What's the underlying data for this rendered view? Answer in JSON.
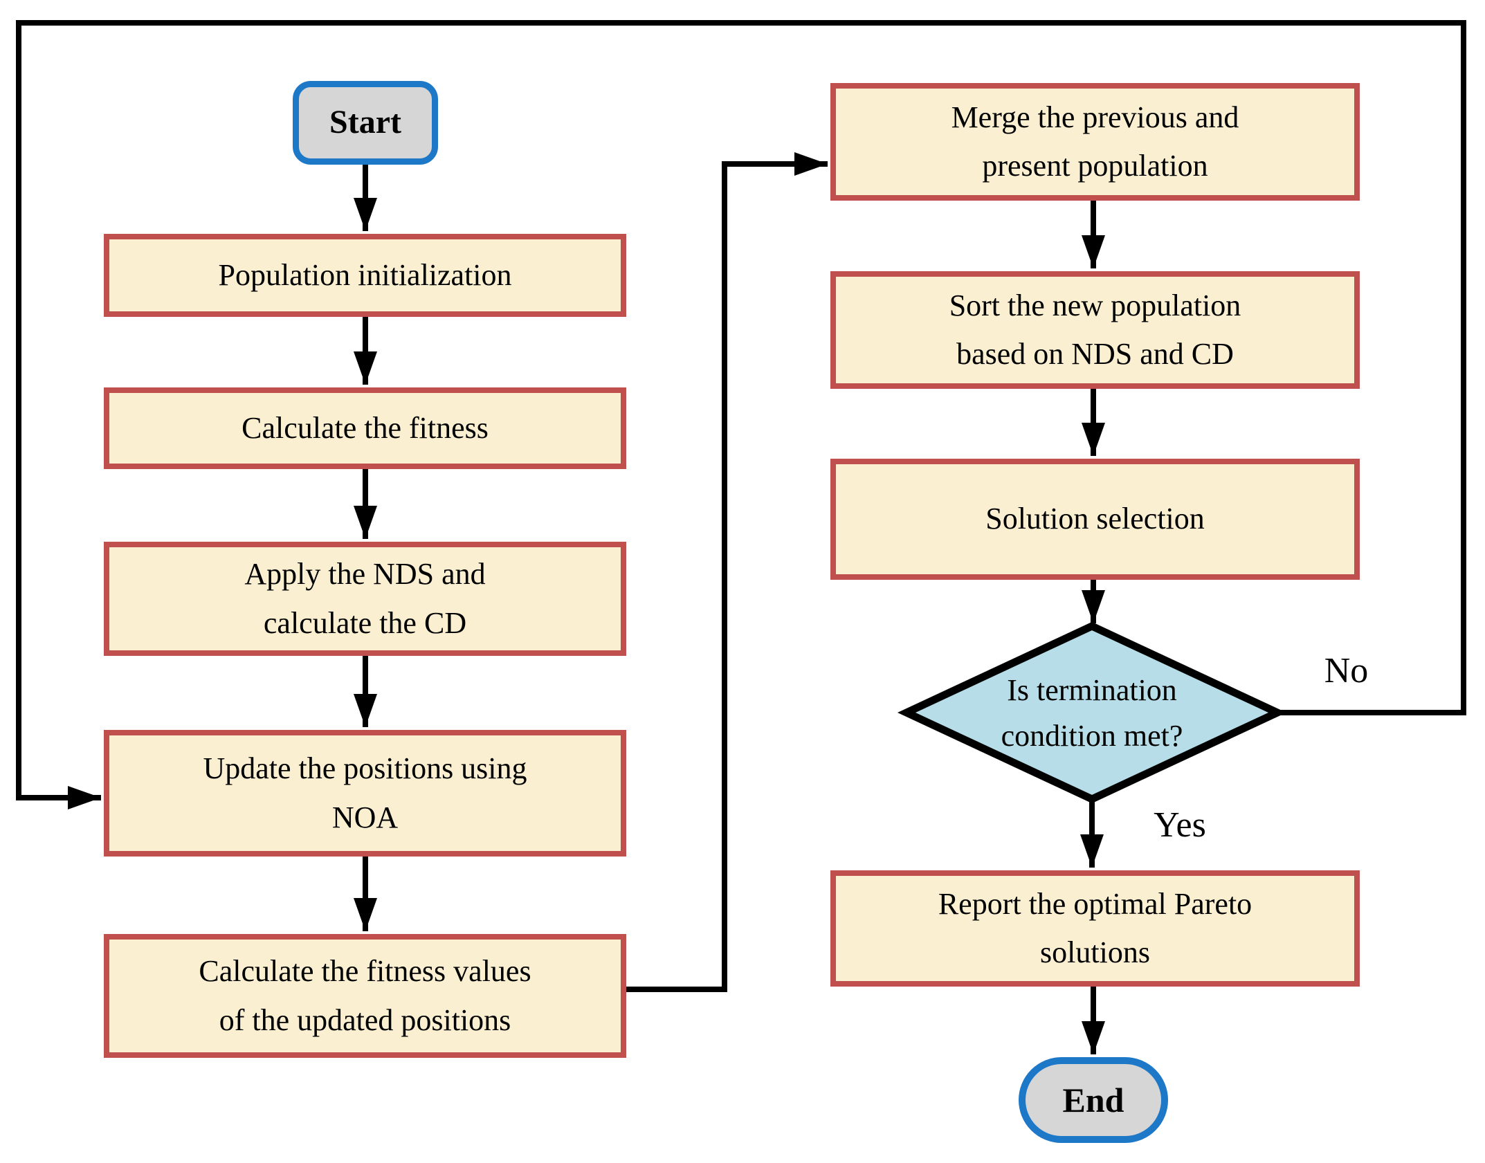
{
  "diagram": {
    "background": "#FFFFFF",
    "colors": {
      "process_fill": "#FAEFD1",
      "process_border": "#C0504D",
      "terminator_fill": "#D6D6D6",
      "terminator_border": "#1E78C8",
      "decision_fill": "#B7DEE8",
      "line_color": "#000000"
    },
    "nodes": {
      "start": "Start",
      "population_initialization": "Population initialization",
      "calculate_fitness": "Calculate the fitness",
      "apply_nds_calculate_cd": "Apply the NDS and\ncalculate the CD",
      "update_positions_noa": "Update the positions using\nNOA",
      "calculate_fitness_updated": "Calculate the fitness values\nof the updated positions",
      "merge_populations": "Merge the previous and\npresent population",
      "sort_new_population": "Sort the new population\nbased on NDS and CD",
      "solution_selection": "Solution selection",
      "termination_check": "Is termination\ncondition met?",
      "report_pareto": "Report the optimal Pareto\nsolutions",
      "end": "End"
    },
    "edge_labels": {
      "yes": "Yes",
      "no": "No"
    }
  }
}
